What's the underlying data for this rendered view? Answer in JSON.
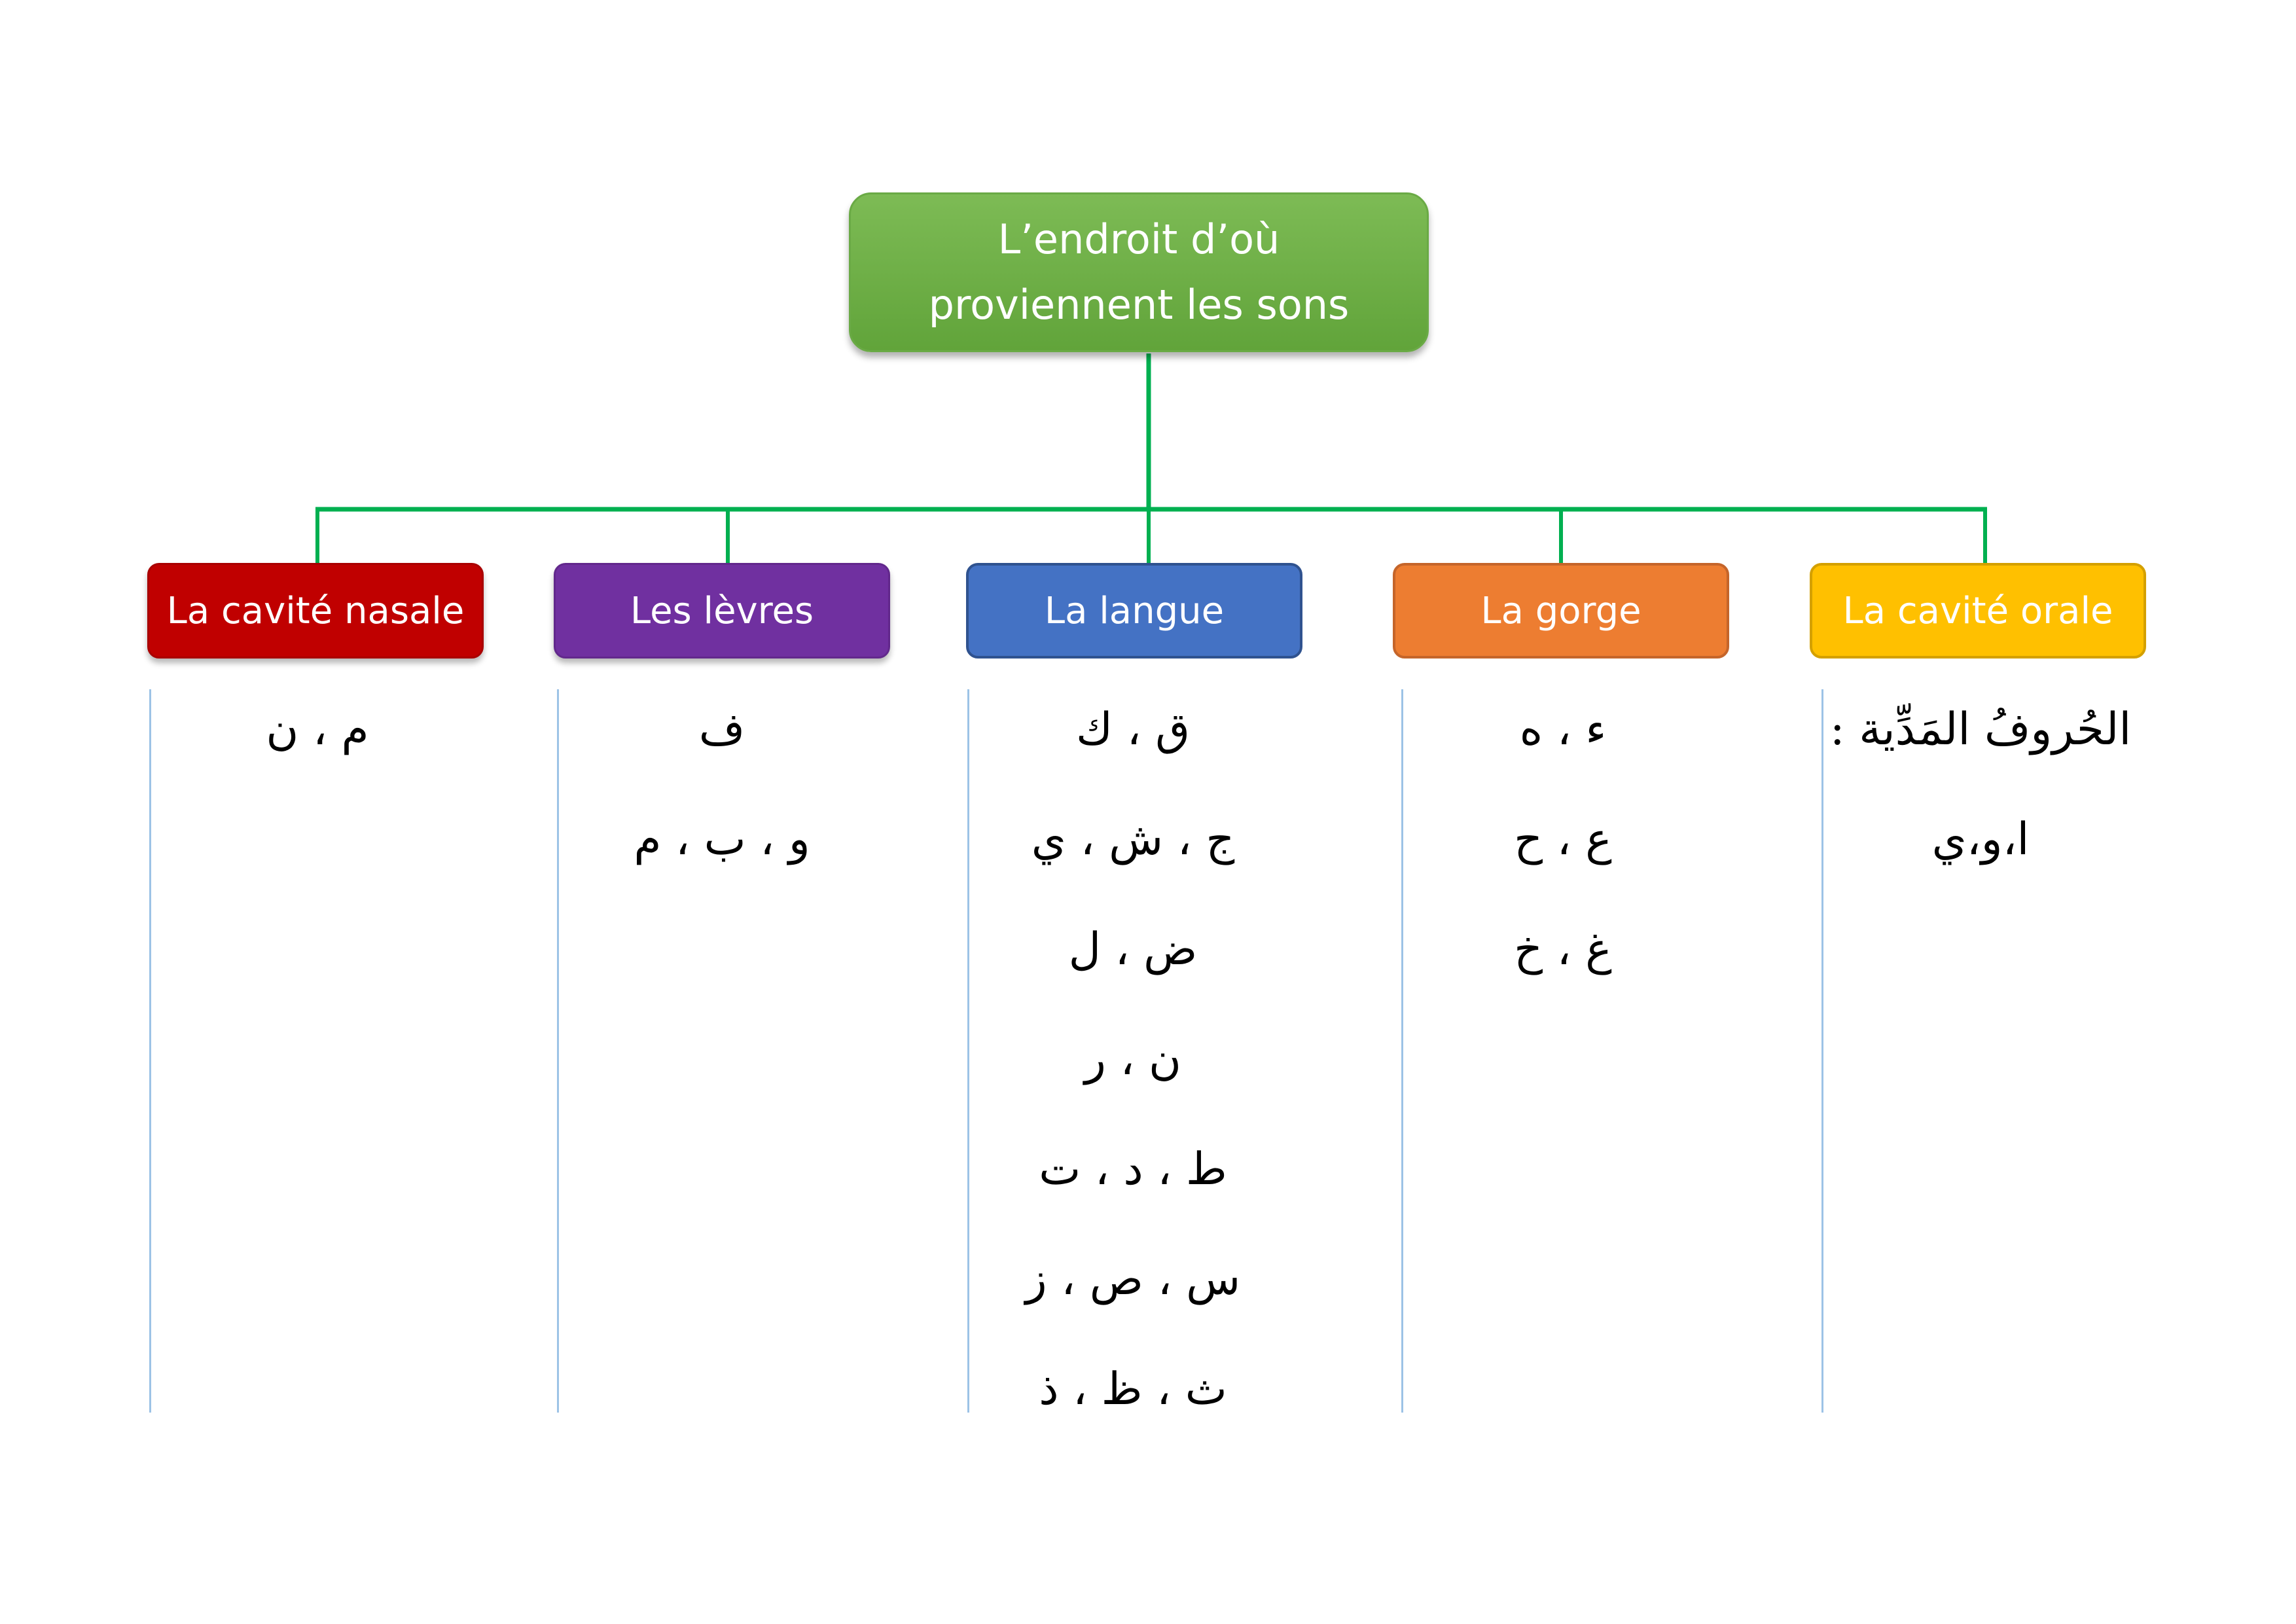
{
  "root": {
    "label_line1": "L’endroit d’où",
    "label_line2": "proviennent les sons",
    "color": "#70ad47"
  },
  "connector_color": "#00b050",
  "column_line_color": "#9dc3e6",
  "categories": [
    {
      "label": "La cavité nasale",
      "color": "#c00000",
      "letters": [
        "م ، ن"
      ]
    },
    {
      "label": "Les lèvres",
      "color": "#7030a0",
      "letters": [
        "ف",
        "و ، ب ، م"
      ]
    },
    {
      "label": "La langue",
      "color": "#4472c4",
      "letters": [
        "ق ، ك",
        "ج ، ش ، ي",
        "ض ، ل",
        "ن ، ر",
        "ط ، د ، ت",
        "س ، ص ، ز",
        "ث ، ظ ، ذ"
      ]
    },
    {
      "label": "La gorge",
      "color": "#ed7d31",
      "letters": [
        "ء ، ه",
        "ع ، ح",
        "غ ، خ"
      ]
    },
    {
      "label": "La cavité orale",
      "color": "#ffc000",
      "letters": [
        "الحُروفُ المَدِّية :",
        "ا،و،ي"
      ]
    }
  ]
}
